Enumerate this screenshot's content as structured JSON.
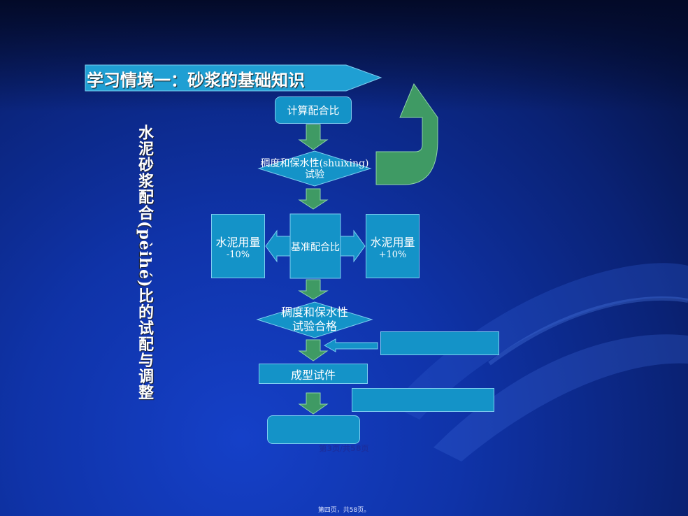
{
  "title": "学习情境一：砂浆的基础知识",
  "vertical_title": "水泥砂浆配合(pèihé)比的试配与调整",
  "flow": {
    "calc_ratio": "计算配合比",
    "consistency_test_line1": "稠度和保水性(shuixing)",
    "consistency_test_line2": "试验",
    "loop_label": "",
    "left_box_line1": "水泥用量",
    "left_box_line2": "-10%",
    "center_box": "基准配合比",
    "right_box_line1": "水泥用量",
    "right_box_line2": "+10%",
    "pass_line1": "稠度和保水性",
    "pass_line2": "试验合格",
    "side_box_1": "",
    "make_specimen": "成型试件",
    "side_box_2": "",
    "final_box": ""
  },
  "ghost_text": "第3页/共58页",
  "footer": "第四页，共58页。",
  "colors": {
    "box_fill": "#1493c8",
    "arrow_green": "#3f9a64",
    "banner_fill": "#1f9fd3",
    "background": "#0f33a8"
  }
}
